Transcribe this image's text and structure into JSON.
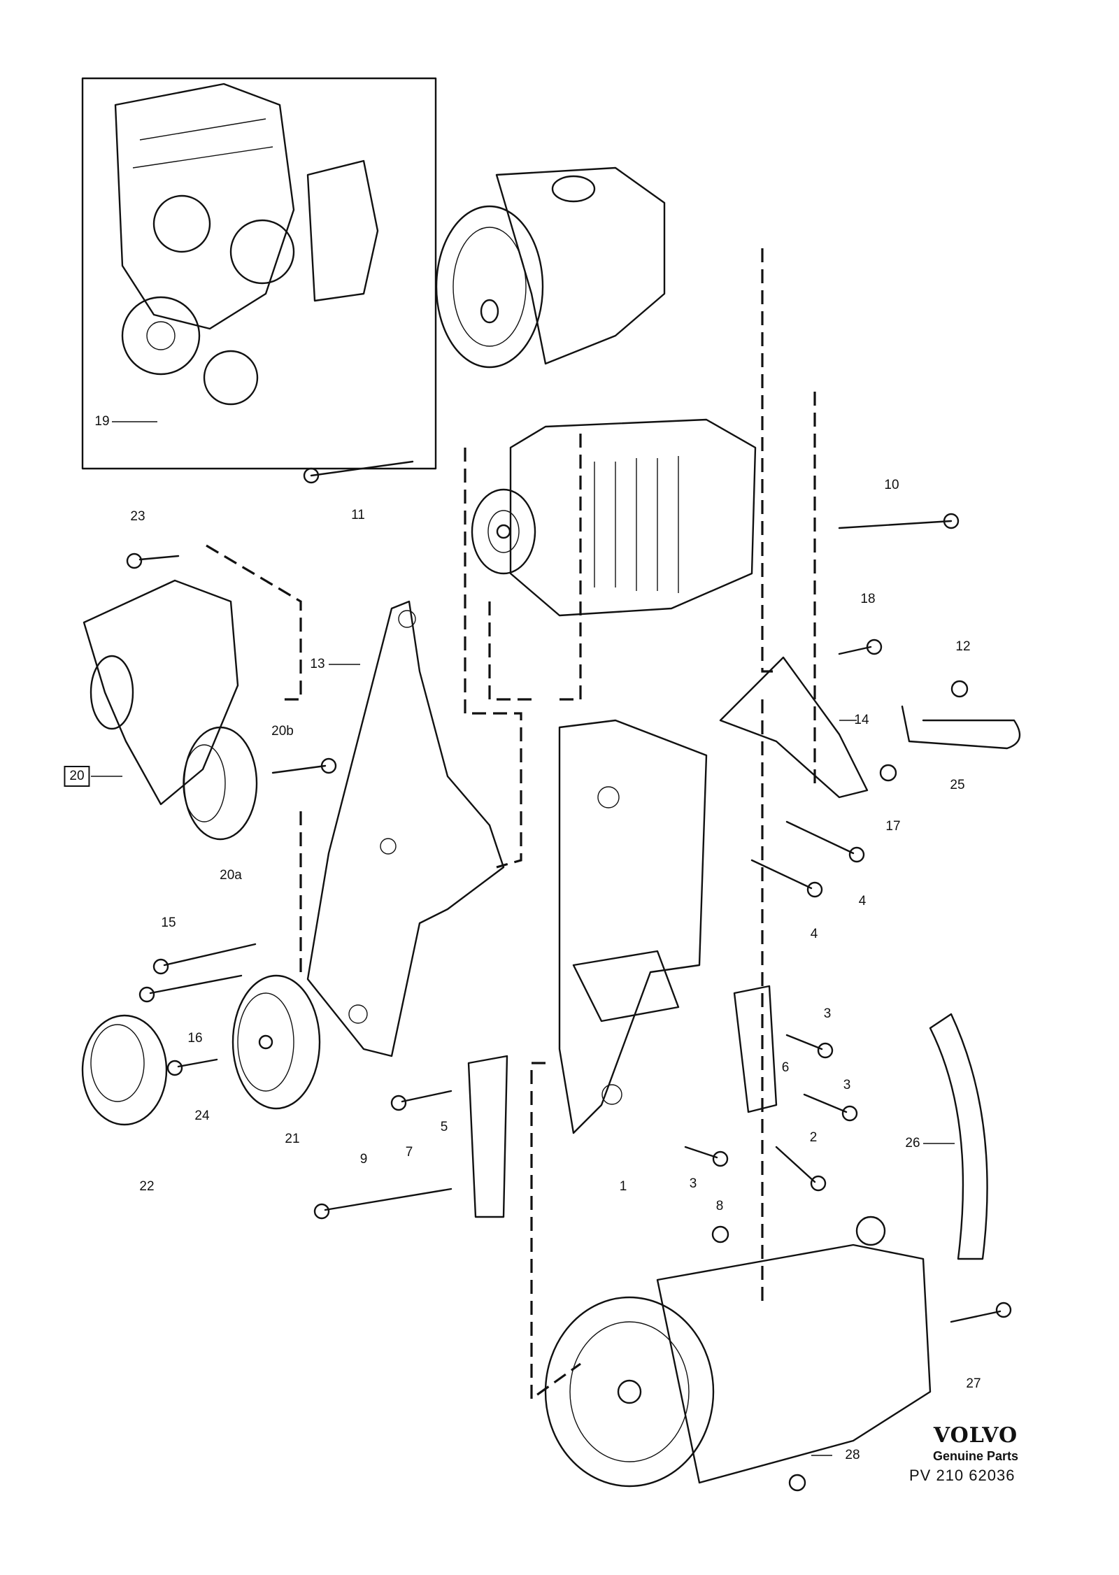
{
  "callouts": {
    "c1": "1",
    "c2": "2",
    "c3a": "3",
    "c3b": "3",
    "c3c": "3",
    "c4a": "4",
    "c4b": "4",
    "c5": "5",
    "c6": "6",
    "c7": "7",
    "c8": "8",
    "c9": "9",
    "c10": "10",
    "c11": "11",
    "c12": "12",
    "c13": "13",
    "c14": "14",
    "c15": "15",
    "c16": "16",
    "c17": "17",
    "c18": "18",
    "c19": "19",
    "c20": "20",
    "c20a": "20a",
    "c20b": "20b",
    "c21": "21",
    "c22": "22",
    "c23": "23",
    "c24": "24",
    "c25": "25",
    "c26": "26",
    "c27": "27",
    "c28": "28"
  },
  "branding": {
    "logo": "VOLVO",
    "tagline": "Genuine Parts",
    "reference": "PV 210 62036"
  }
}
